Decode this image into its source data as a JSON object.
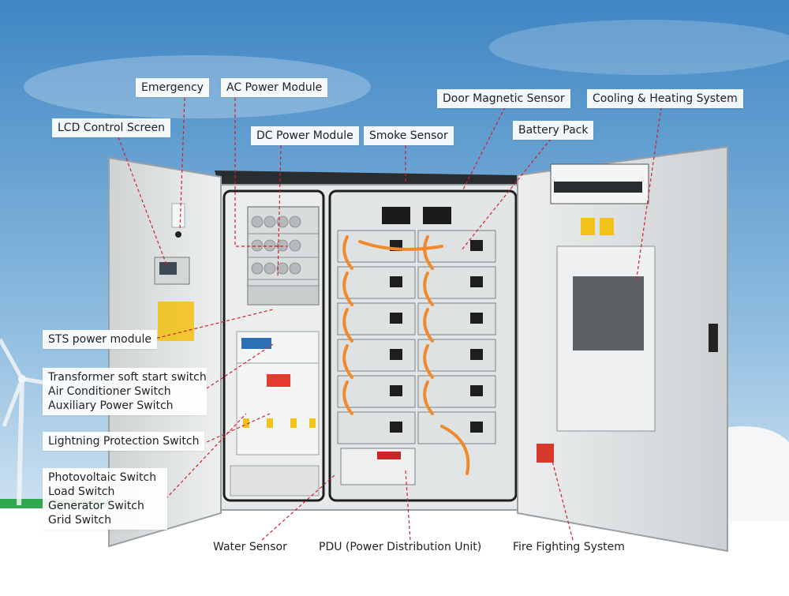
{
  "labels": {
    "emergency": "Emergency",
    "ac_power_module": "AC Power Module",
    "door_magnetic_sensor": "Door Magnetic Sensor",
    "cooling_heating_system": "Cooling & Heating System",
    "lcd_control_screen": "LCD Control Screen",
    "dc_power_module": "DC Power Module",
    "smoke_sensor": "Smoke Sensor",
    "battery_pack": "Battery Pack",
    "sts_power_module": "STS power module",
    "switch_group_1": [
      "Transformer soft start switch",
      "Air Conditioner Switch",
      "Auxiliary Power Switch"
    ],
    "lightning_protection_switch": "Lightning Protection Switch",
    "switch_group_2": [
      "Photovoltaic Switch",
      "Load Switch",
      "Generator Switch",
      "Grid Switch"
    ],
    "water_sensor": "Water Sensor",
    "pdu": "PDU (Power Distribution Unit)",
    "fire_fighting_system": "Fire Fighting System"
  },
  "colors": {
    "sky_top": "#3f86c4",
    "sky_bottom": "#eaf2f8",
    "leader_line": "#d0202a",
    "battery_cable": "#f08a2c",
    "accent_green": "#2fa84f",
    "cabinet_body": "#dfe2e3"
  }
}
